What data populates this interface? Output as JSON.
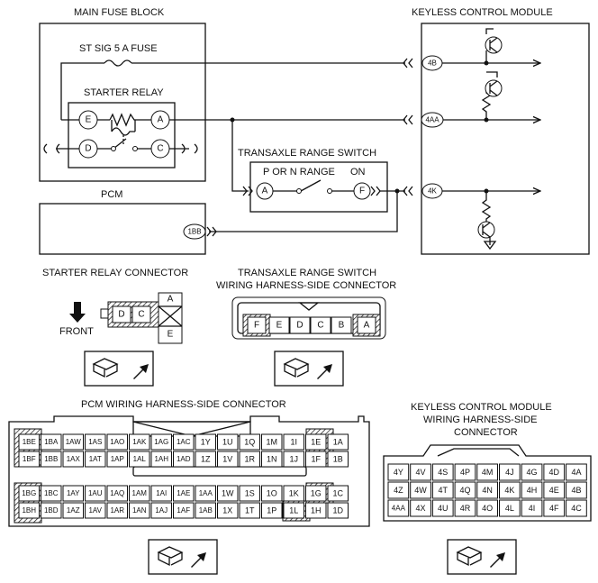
{
  "labels": {
    "main_fuse_block": "MAIN FUSE BLOCK",
    "keyless_control_module": "KEYLESS CONTROL MODULE",
    "st_sig_fuse": "ST SIG 5 A FUSE",
    "starter_relay": "STARTER RELAY",
    "transaxle_range_switch": "TRANSAXLE RANGE SWITCH",
    "p_or_n_range": "P OR N RANGE",
    "on": "ON",
    "pcm": "PCM",
    "starter_relay_connector": "STARTER RELAY CONNECTOR",
    "trs_connector_line1": "TRANSAXLE RANGE SWITCH",
    "trs_connector_line2": "WIRING HARNESS-SIDE CONNECTOR",
    "front": "FRONT",
    "pcm_connector": "PCM WIRING HARNESS-SIDE CONNECTOR",
    "kcm_connector_line1": "KEYLESS CONTROL MODULE",
    "kcm_connector_line2": "WIRING HARNESS-SIDE",
    "kcm_connector_line3": "CONNECTOR"
  },
  "terminals": {
    "relay_e": "E",
    "relay_a": "A",
    "relay_d": "D",
    "relay_c": "C",
    "trs_a": "A",
    "trs_f": "F",
    "kcm_4b": "4B",
    "kcm_4aa": "4AA",
    "kcm_4k": "4K",
    "pcm_1bb": "1BB"
  },
  "starter_relay_connector_pins": {
    "left": [
      "D",
      "C"
    ],
    "right_top": "A",
    "right_bottom": "E"
  },
  "trs_connector_pins": [
    "F",
    "E",
    "D",
    "C",
    "B",
    "A"
  ],
  "pcm_connector_rows": [
    [
      "1BE",
      "1BA",
      "1AW",
      "1AS",
      "1AO",
      "1AK",
      "1AG",
      "1AC",
      "1Y",
      "1U",
      "1Q",
      "1M",
      "1I",
      "1E",
      "1A"
    ],
    [
      "1BF",
      "1BB",
      "1AX",
      "1AT",
      "1AP",
      "1AL",
      "1AH",
      "1AD",
      "1Z",
      "1V",
      "1R",
      "1N",
      "1J",
      "1F",
      "1B"
    ],
    [
      "1BG",
      "1BC",
      "1AY",
      "1AU",
      "1AQ",
      "1AM",
      "1AI",
      "1AE",
      "1AA",
      "1W",
      "1S",
      "1O",
      "1K",
      "1G",
      "1C"
    ],
    [
      "1BH",
      "1BD",
      "1AZ",
      "1AV",
      "1AR",
      "1AN",
      "1AJ",
      "1AF",
      "1AB",
      "1X",
      "1T",
      "1P",
      "1L",
      "1H",
      "1D"
    ]
  ],
  "kcm_connector_rows": [
    [
      "4Y",
      "4V",
      "4S",
      "4P",
      "4M",
      "4J",
      "4G",
      "4D",
      "4A"
    ],
    [
      "4Z",
      "4W",
      "4T",
      "4Q",
      "4N",
      "4K",
      "4H",
      "4E",
      "4B"
    ],
    [
      "4AA",
      "4X",
      "4U",
      "4R",
      "4O",
      "4L",
      "4I",
      "4F",
      "4C"
    ]
  ]
}
